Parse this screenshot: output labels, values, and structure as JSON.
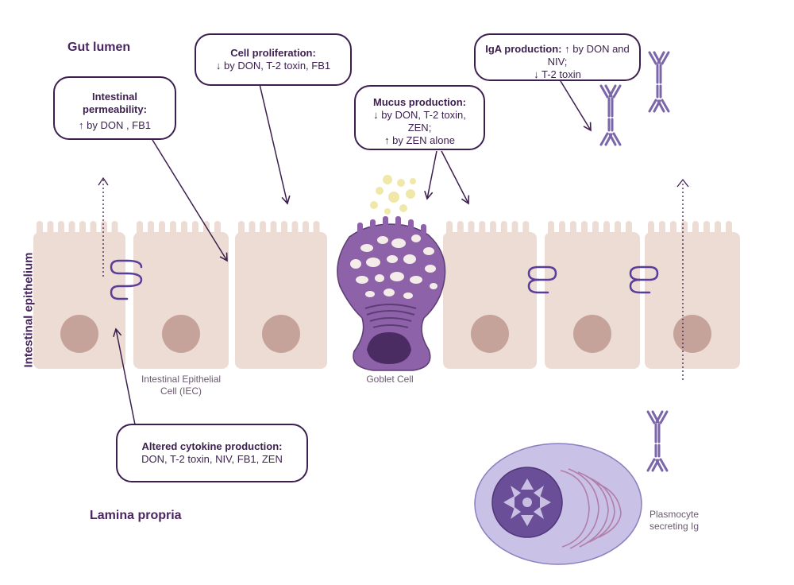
{
  "regions": {
    "lumen": "Gut lumen",
    "lamina": "Lamina propria",
    "epithelium": "Intestinal epithelium"
  },
  "callouts": {
    "permeability": {
      "title": "Intestinal permeability:",
      "line1": "↑ by DON , FB1"
    },
    "proliferation": {
      "title": "Cell proliferation:",
      "line1": "↓ by DON, T-2 toxin, FB1"
    },
    "mucus": {
      "title": "Mucus production:",
      "line1": "↓ by DON, T-2 toxin, ZEN;",
      "line2": "↑ by ZEN alone"
    },
    "iga": {
      "title": "IgA production:",
      "line1": "↑ by DON and NIV;",
      "line2": "↓ T-2 toxin"
    },
    "cytokine": {
      "title": "Altered cytokine production:",
      "line1": "DON, T-2 toxin, NIV, FB1, ZEN"
    }
  },
  "captions": {
    "iec_line1": "Intestinal Epithelial",
    "iec_line2": "Cell (IEC)",
    "goblet": "Goblet Cell",
    "plasmocyte_line1": "Plasmocyte",
    "plasmocyte_line2": "secreting Ig"
  },
  "colors": {
    "cell_fill": "#ecdcd4",
    "nucleus": "#c5a39a",
    "goblet": "#8d62a8",
    "goblet_dark": "#5c3d75",
    "junction": "#5a3d99",
    "antibody": "#7a66a8",
    "mucus": "#efe8a8",
    "plasma_outer": "#c9c1e6",
    "plasma_inner": "#a996d4",
    "arrow": "#3d1f4f"
  }
}
